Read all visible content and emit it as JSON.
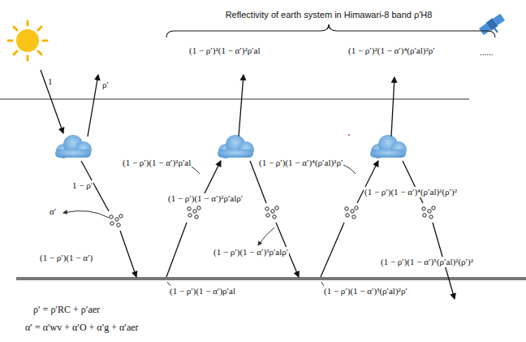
{
  "diagram": {
    "title": "Reflectivity of earth system in Himawari-8 band ρ′H8",
    "labels": [
      "1",
      "ρ′",
      "(1 − ρ′)²(1 − α′)²ρ′al",
      "(1 − ρ′)²(1 − α′)⁴(ρ′al)²ρ′",
      "......",
      "1 − ρ′",
      "α′",
      "(1 − ρ′)(1 − α′)",
      "(1 − ρ′)(1 − α′)²ρ′al",
      "(1 − ρ′)(1 − α′)²ρ′alρ′",
      "(1 − ρ′)(1 − α′)³ρ′alρ′",
      "(1 − ρ′)(1 − α′)ρ′al",
      "(1 − ρ′)(1 − α′)⁴(ρ′al)²ρ′",
      "(1 − ρ′)(1 − α′)⁴(ρ′al)²(ρ′)²",
      "(1 − ρ′)(1 − α′)³(ρ′al)²ρ′",
      "(1 − ρ′)(1 − α′)⁵(ρ′al)²(ρ′)²",
      "ρ′ = ρ′RC + ρ′aer",
      "α′ = α′wv + α′O + α′g + α′aer"
    ]
  }
}
